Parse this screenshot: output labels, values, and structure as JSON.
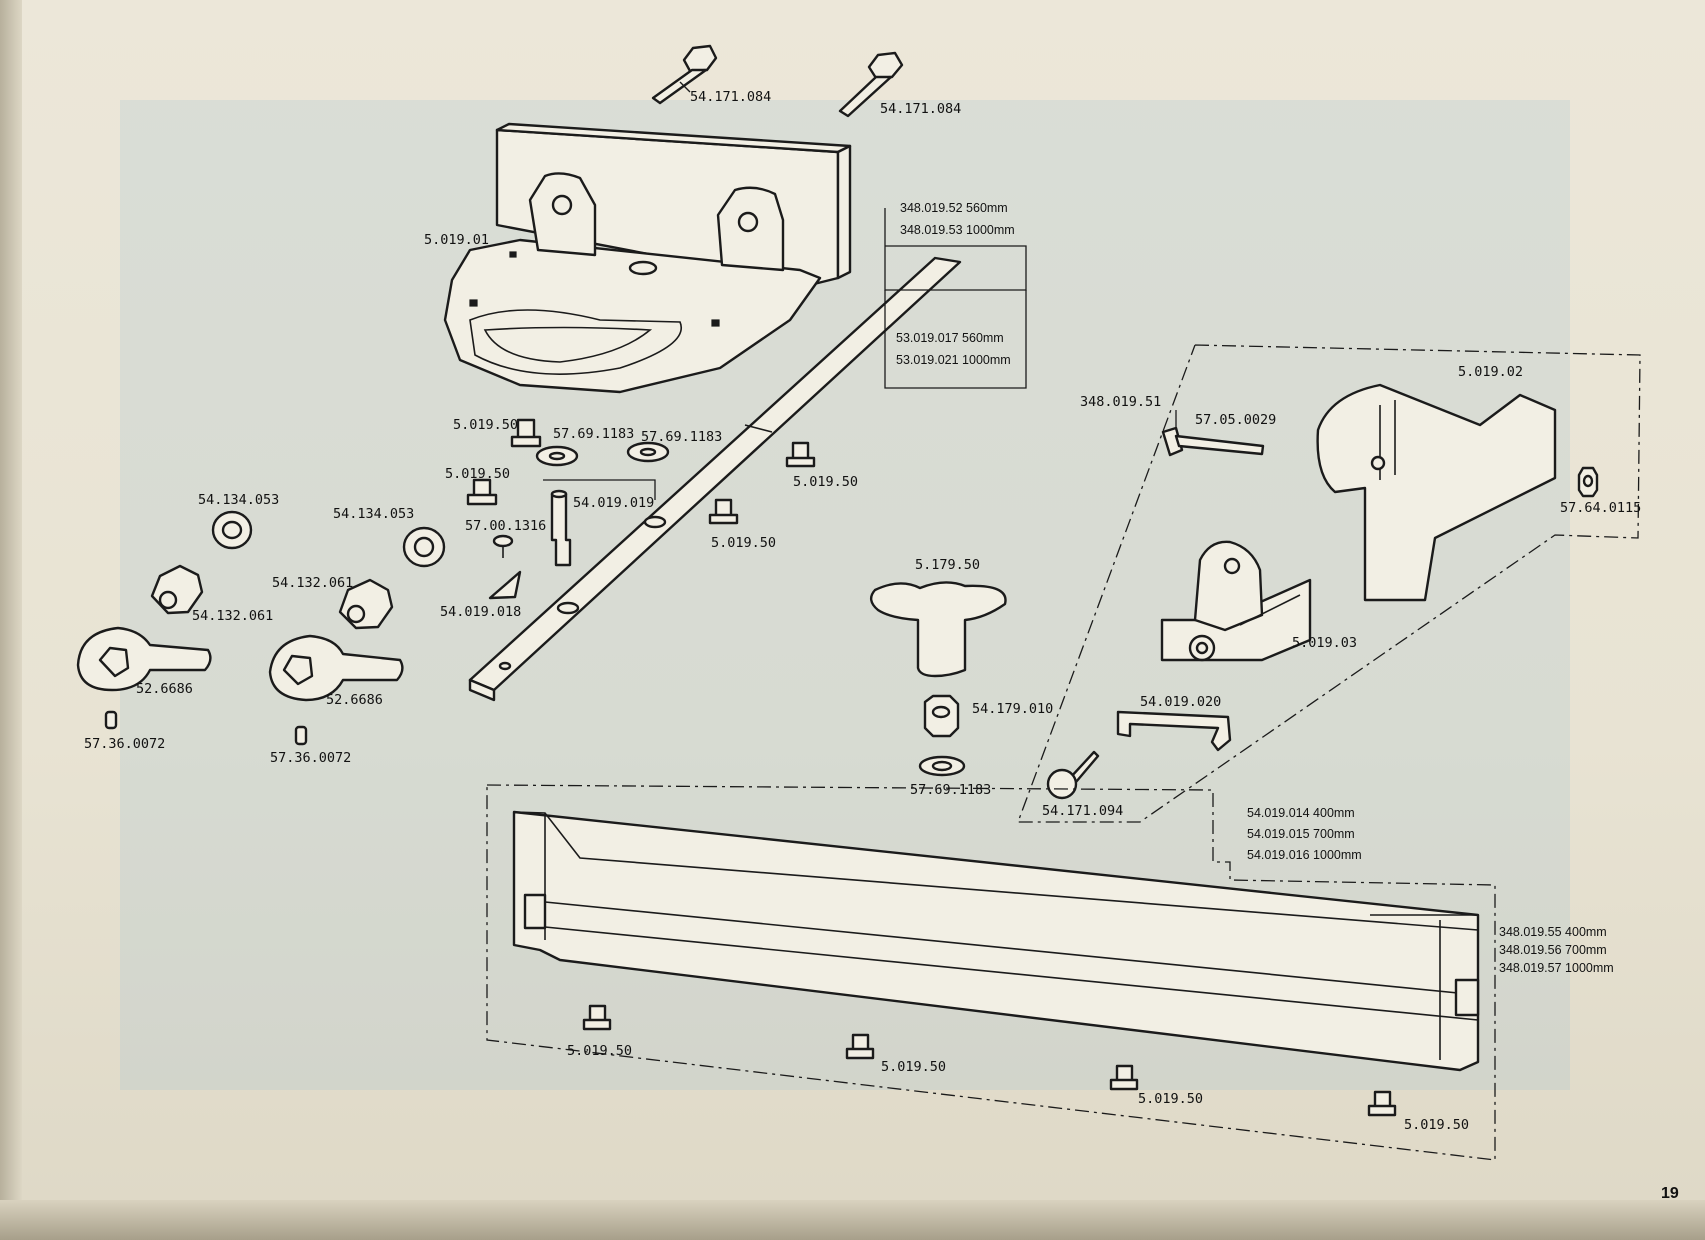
{
  "page_number": "19",
  "labels": {
    "bolt_1": "54.171.084",
    "bolt_2": "54.171.084",
    "bracket_plate": "5.019.01",
    "bar_a_1": "348.019.52 560mm",
    "bar_a_2": "348.019.53 1000mm",
    "bar_b_1": "53.019.017 560mm",
    "bar_b_2": "53.019.021 1000mm",
    "slot_nut_a": "5.019.50",
    "washer_a": "57.69.1183",
    "washer_b": "57.69.1183",
    "slot_nut_b": "5.019.50",
    "slot_nut_c": "5.019.50",
    "pin": "54.019.019",
    "slot_nut_d": "5.019.50",
    "screw_a": "57.00.1316",
    "clip": "54.019.018",
    "washer_c": "54.134.053",
    "washer_d": "54.134.053",
    "hex_nut_a": "54.132.061",
    "hex_nut_b": "54.132.061",
    "lever_a": "52.6686",
    "lever_b": "52.6686",
    "sleeve_a": "57.36.0072",
    "sleeve_b": "57.36.0072",
    "knob": "5.179.50",
    "knob_nut": "54.179.010",
    "knob_washer": "57.69.1183",
    "group_label": "348.019.51",
    "pin_screw": "57.05.0029",
    "stop_block": "5.019.02",
    "nut_small": "57.64.0115",
    "hinge_block": "5.019.03",
    "stirrup": "54.019.020",
    "knob_pin": "54.171.094",
    "rail_1": "54.019.014 400mm",
    "rail_2": "54.019.015 700mm",
    "rail_3": "54.019.016 1000mm",
    "rail_set_1": "348.019.55 400mm",
    "rail_set_2": "348.019.56 700mm",
    "rail_set_3": "348.019.57 1000mm",
    "rail_nut_1": "5.019.50",
    "rail_nut_2": "5.019.50",
    "rail_nut_3": "5.019.50",
    "rail_nut_4": "5.019.50"
  }
}
